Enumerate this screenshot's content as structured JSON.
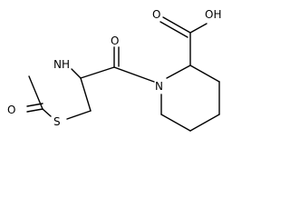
{
  "molecule": {
    "atoms": {
      "acid_group": "OH",
      "acid_carbonyl_o": "O",
      "amide_carbonyl_o": "O",
      "ring_n": "N",
      "lactam_nh": "NH",
      "lactam_o": "O",
      "ring_s": "S"
    },
    "colors": {
      "bond": "#000000",
      "text": "#000000",
      "background": "#ffffff"
    }
  }
}
